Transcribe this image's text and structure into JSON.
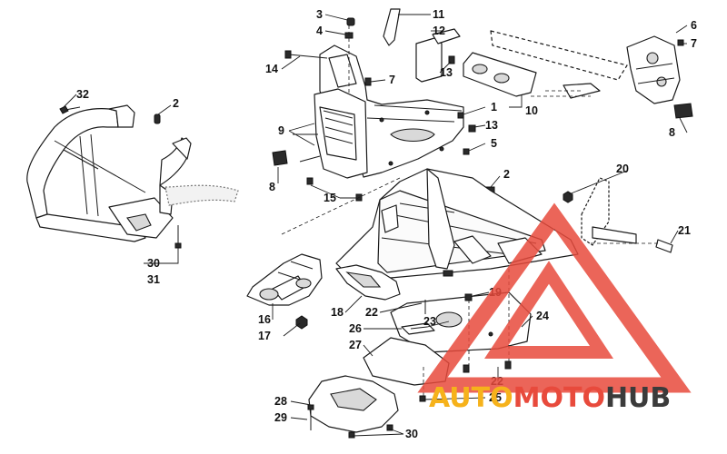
{
  "callouts": {
    "c1": "1",
    "c2a": "2",
    "c2b": "2",
    "c3": "3",
    "c4": "4",
    "c5": "5",
    "c6": "6",
    "c7a": "7",
    "c7b": "7",
    "c8a": "8",
    "c8b": "8",
    "c9": "9",
    "c10": "10",
    "c11": "11",
    "c12": "12",
    "c13a": "13",
    "c13b": "13",
    "c14": "14",
    "c15": "15",
    "c16": "16",
    "c17": "17",
    "c18": "18",
    "c19": "19",
    "c20": "20",
    "c21": "21",
    "c22a": "22",
    "c22b": "22",
    "c23": "23",
    "c24": "24",
    "c25": "25",
    "c26": "26",
    "c27": "27",
    "c28": "28",
    "c29": "29",
    "c30a": "30",
    "c30b": "30",
    "c31": "31",
    "c32": "32"
  },
  "watermark": {
    "part1": "AUTO",
    "part2": "MOTO",
    "part3": "HUB",
    "color_auto": "#f6b21b",
    "color_moto": "#e84a3c",
    "color_hub": "#3b3b3b",
    "logo_color": "#e84a3c"
  }
}
